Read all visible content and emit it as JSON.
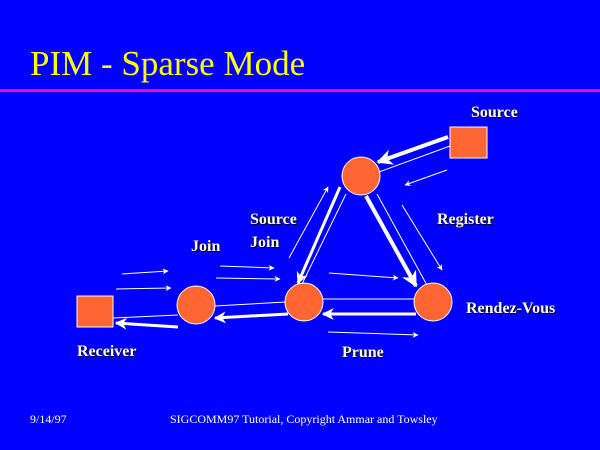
{
  "slide": {
    "title": "PIM - Sparse Mode",
    "labels": {
      "source": "Source",
      "register": "Register",
      "source_join_1": "Source",
      "source_join_2": "Join",
      "join": "Join",
      "rendezvous": "Rendez-Vous",
      "receiver": "Receiver",
      "prune": "Prune"
    },
    "footer": {
      "date": "9/14/97",
      "credit": "SIGCOMM97 Tutorial, Copyright Ammar and Towsley"
    }
  },
  "colors": {
    "background": "#0000ff",
    "title": "#ffff00",
    "rule": "#ff00cc",
    "node": "#ff6633"
  }
}
